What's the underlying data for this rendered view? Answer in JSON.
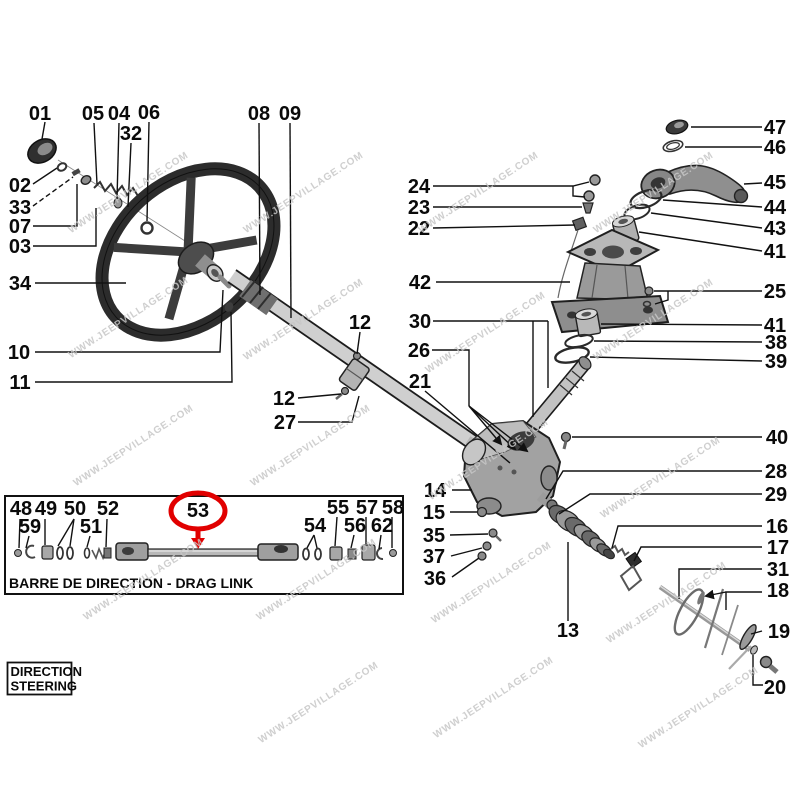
{
  "diagram": {
    "watermark": "WWW.JEEPVILLAGE.COM",
    "watermark_color": "#c7c7c7",
    "highlight": {
      "color": "#e10000"
    },
    "legend": {
      "line1": "DIRECTION",
      "line2": "STEERING"
    },
    "drag_link": {
      "caption": "BARRE DE DIRECTION - DRAG LINK"
    },
    "labels": {
      "n01": "01",
      "n02": "02",
      "n03": "03",
      "n04": "04",
      "n05": "05",
      "n06": "06",
      "n07": "07",
      "n08": "08",
      "n09": "09",
      "n10": "10",
      "n11": "11",
      "n12a": "12",
      "n12b": "12",
      "n13": "13",
      "n14": "14",
      "n15": "15",
      "n16": "16",
      "n17": "17",
      "n18": "18",
      "n19": "19",
      "n20": "20",
      "n21": "21",
      "n22": "22",
      "n23": "23",
      "n24": "24",
      "n25": "25",
      "n26": "26",
      "n27": "27",
      "n28": "28",
      "n29": "29",
      "n30": "30",
      "n31": "31",
      "n32": "32",
      "n33": "33",
      "n34": "34",
      "n35": "35",
      "n36": "36",
      "n37": "37",
      "n38": "38",
      "n39": "39",
      "n40": "40",
      "n41a": "41",
      "n41b": "41",
      "n42": "42",
      "n43": "43",
      "n44": "44",
      "n45": "45",
      "n46": "46",
      "n47": "47",
      "n48": "48",
      "n49": "49",
      "n50": "50",
      "n51": "51",
      "n52": "52",
      "n53": "53",
      "n54": "54",
      "n55": "55",
      "n56": "56",
      "n57": "57",
      "n58": "58",
      "n59": "59",
      "n62": "62"
    }
  }
}
